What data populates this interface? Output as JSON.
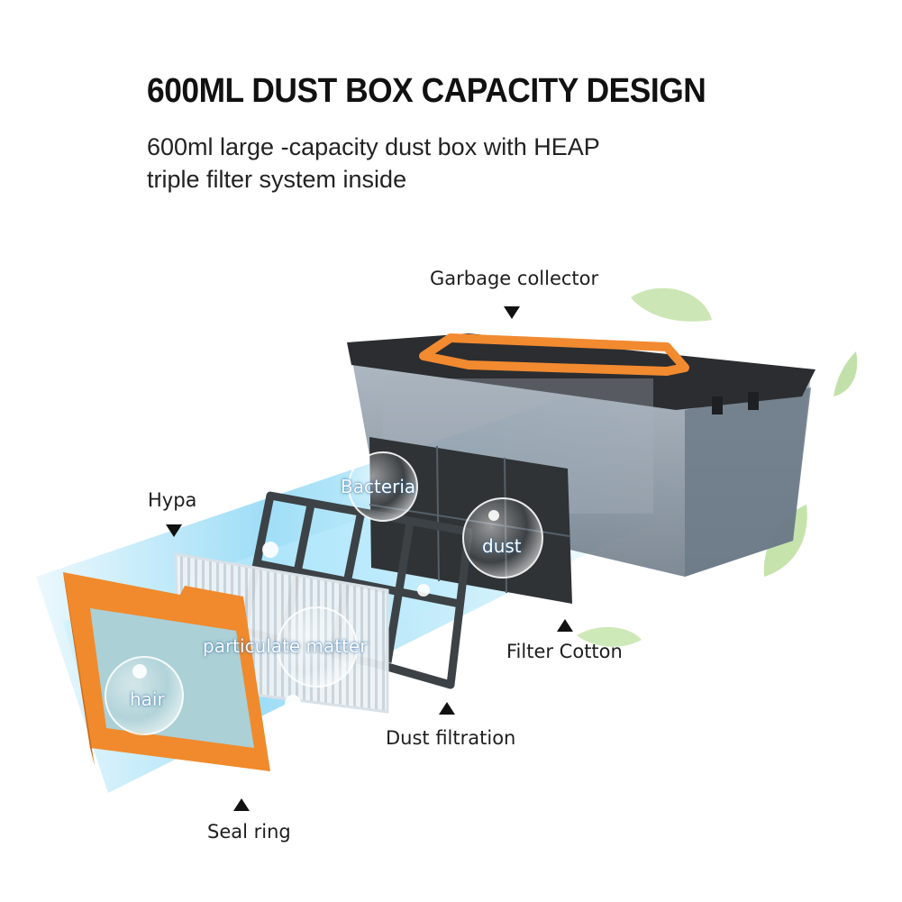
{
  "heading": {
    "title": "600ML DUST BOX CAPACITY DESIGN",
    "subtitle_line1": "600ml large -capacity dust box with HEAP",
    "subtitle_line2": "triple filter system inside"
  },
  "callouts": {
    "garbage_collector": "Garbage collector",
    "hypa": "Hypa",
    "filter_cotton": "Filter Cotton",
    "dust_filtration": "Dust filtration",
    "seal_ring": "Seal ring"
  },
  "bubbles": {
    "bacteria": "Bacteria",
    "dust": "dust",
    "particulate": "particulate matter",
    "hair": "hair"
  },
  "colors": {
    "seal_orange": "#f08a2c",
    "handle_orange": "#f28a30",
    "box_dark": "#2b2d30",
    "air_blue": "#8fd8f5",
    "leaf_green": "#b8dca0"
  },
  "icons": [
    "leaf-icon",
    "bacteria-icon",
    "arrow-down-icon",
    "arrow-up-icon"
  ]
}
